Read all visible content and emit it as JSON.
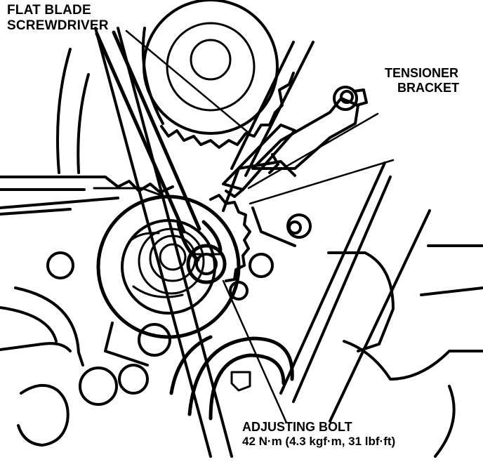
{
  "labels": {
    "screwdriver": {
      "line1": "FLAT BLADE",
      "line2": "SCREWDRIVER"
    },
    "tensioner": {
      "line1": "TENSIONER",
      "line2": "BRACKET"
    },
    "bolt": {
      "line1": "ADJUSTING BOLT",
      "line2": "42 N·m (4.3 kgf·m, 31 lbf·ft)"
    }
  },
  "colors": {
    "ink": "#000000",
    "paper": "#ffffff"
  }
}
